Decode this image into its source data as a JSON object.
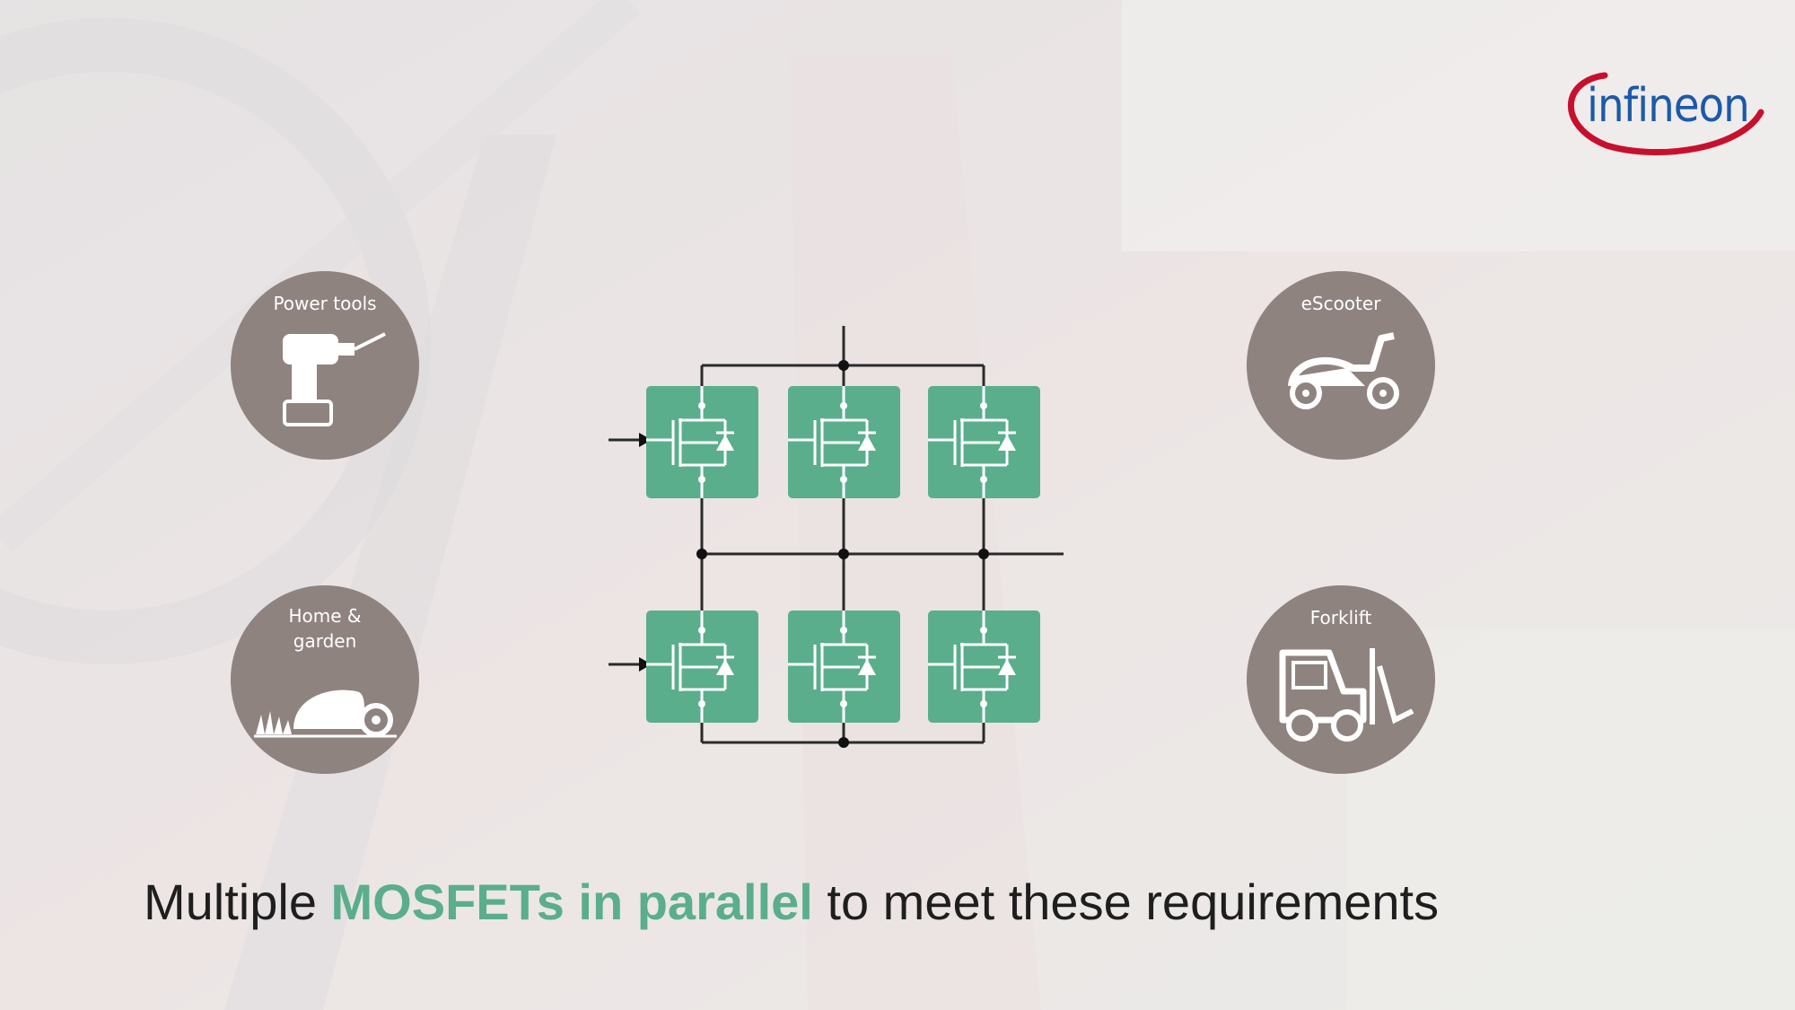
{
  "logo": {
    "text": "infineon"
  },
  "applications": {
    "power_tools": {
      "label": "Power tools",
      "icon": "drill-icon"
    },
    "escooter": {
      "label": "eScooter",
      "icon": "scooter-icon"
    },
    "home_garden": {
      "label": "Home &\ngarden",
      "icon": "robot-mower-icon"
    },
    "forklift": {
      "label": "Forklift",
      "icon": "forklift-icon"
    }
  },
  "caption": {
    "prefix": "Multiple ",
    "highlight": "MOSFETs in parallel",
    "suffix": " to meet these requirements"
  },
  "colors": {
    "mosfet_green": "#5aae8c",
    "circle_bg": "#8f8380",
    "brand_blue": "#1b5aa8",
    "brand_red": "#c8102e",
    "caption_text": "#1e1e1e"
  }
}
